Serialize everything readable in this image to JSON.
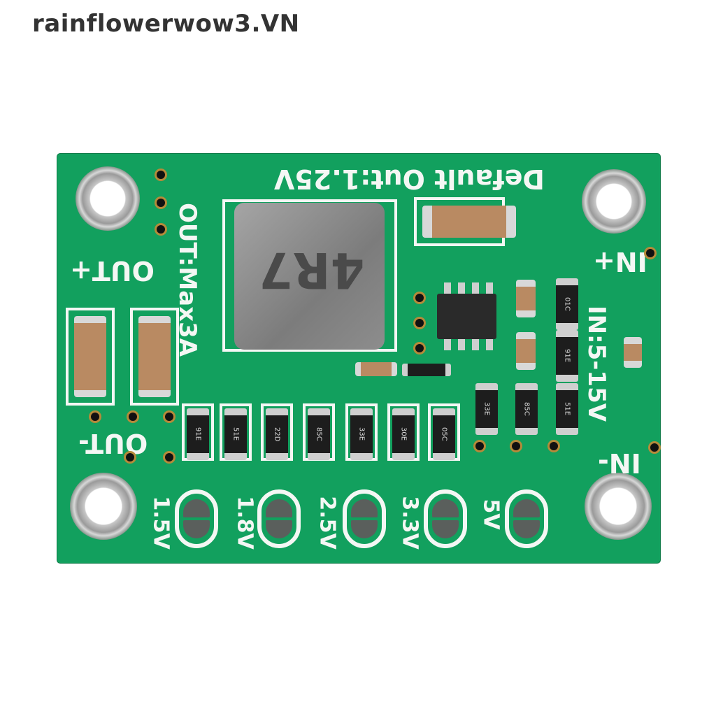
{
  "watermark": "rainflowerwow3.VN",
  "board": {
    "default_out": "Default Out:1.25V",
    "max_current": "OUT:Max3A",
    "out_plus": "OUT+",
    "out_minus": "OUT-",
    "in_plus": "IN+",
    "in_minus": "IN-",
    "input_range": "IN:5-15V",
    "inductor_marking": "4R7",
    "resistor_codes": [
      "91E",
      "51E",
      "22D",
      "85C",
      "33E",
      "30E",
      "05C"
    ],
    "right_resistor_codes": [
      "01C",
      "91E",
      "51E",
      "33E",
      "85C"
    ],
    "jumper_labels": [
      "1.5V",
      "1.8V",
      "2.5V",
      "3.3V",
      "5V"
    ]
  }
}
